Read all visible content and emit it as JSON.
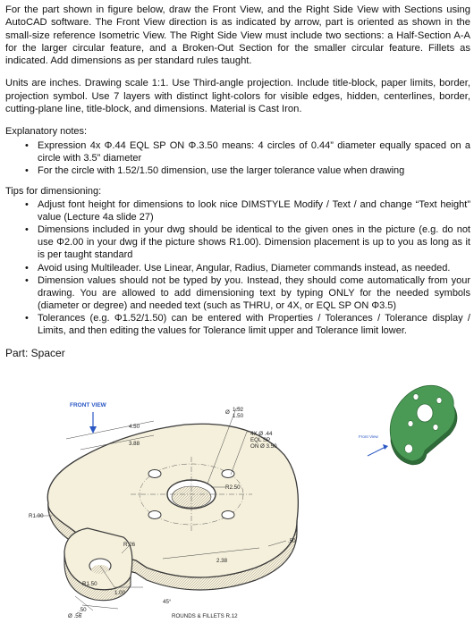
{
  "instructions": {
    "intro": "For the part shown in figure below, draw the Front View, and the Right Side View with Sections using AutoCAD software. The Front View direction is as indicated by arrow, part is oriented as shown in the small-size reference Isometric View. The Right Side View must include two sections: a Half-Section A-A for the larger circular feature, and a Broken-Out Section for the smaller circular feature. Fillets as indicated. Add dimensions as per standard rules taught.",
    "units": "Units are inches. Drawing scale 1:1. Use Third-angle projection. Include title-block, paper limits, border, projection symbol. Use 7 layers with distinct light-colors for visible edges, hidden, centerlines, border, cutting-plane line, title-block, and dimensions. Material is Cast Iron.",
    "explanatory_heading": "Explanatory notes:",
    "explanatory_notes": [
      "Expression 4x Φ.44 EQL SP ON Φ.3.50 means: 4 circles of 0.44” diameter equally spaced on a circle with 3.5” diameter",
      "For the circle with 1.52/1.50 dimension, use the larger tolerance value when drawing"
    ],
    "tips_heading": "Tips for dimensioning:",
    "tips": [
      "Adjust font height for dimensions to look nice DIMSTYLE Modify / Text / and change “Text height” value (Lecture 4a slide 27)",
      "Dimensions included in your dwg should be identical to the given ones in the picture (e.g. do not use Φ2.00 in your dwg if the picture shows R1.00). Dimension placement is up to you as long as it is per taught standard",
      "Avoid using Multileader. Use Linear, Angular, Radius, Diameter commands instead, as needed.",
      "Dimension values should not be typed by you. Instead, they should come automatically from your drawing. You are allowed to add dimensioning text by typing ONLY for the needed symbols (diameter or degree) and needed text (such as THRU, or 4X, or EQL SP ON Φ3.5)",
      "Tolerances (e.g. Φ1.52/1.50) can be entered with Properties / Tolerances / Tolerance display / Limits, and then editing the values for Tolerance limit upper and Tolerance limit lower."
    ],
    "bullet_glyph": "•",
    "part_label": "Part: Spacer"
  },
  "drawing": {
    "front_view_label": "FRONT VIEW",
    "dimensions": {
      "d450": "4.50",
      "d388": "3.88",
      "tol_upper": "1.52",
      "tol_lower": "1.50",
      "tol_symbol": "Ø",
      "holes_line1": "4X  Ø .44",
      "holes_line2": "EQL SP",
      "holes_line3": "ON Ø 3.50",
      "r250": "R2.50",
      "r100": "R1.00",
      "r26": "R.26",
      "r150": "R1.50",
      "d100": "1.00",
      "d50a": ".50",
      "d50b": ".50",
      "d238": "2.38",
      "angle": "45°",
      "dia56": "Ø .56",
      "fillets": "ROUNDS & FILLETS R.12"
    },
    "colors": {
      "line": "#3a3a3a",
      "fill": "#f5f0dc",
      "front_view_label": "#2a57c4"
    }
  },
  "iso_reference": {
    "label": "Front View",
    "colors": {
      "part_fill": "#4a9a55",
      "part_edge": "#2f6b38",
      "arrow": "#2a57c4"
    }
  }
}
